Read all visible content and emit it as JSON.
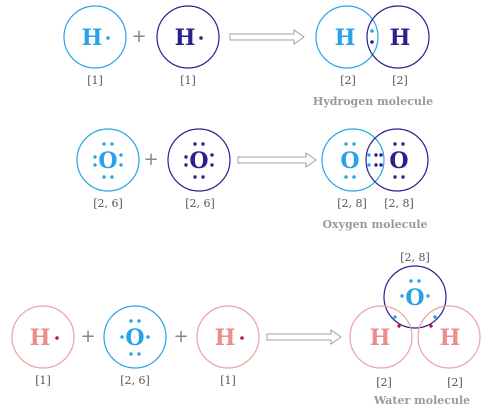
{
  "colors": {
    "light_blue": "#29a3e8",
    "dark_blue": "#2a1f8f",
    "pink": "#f0a0a0",
    "pink_text": "#ee8c8c",
    "red_dot": "#c0143c",
    "grey": "#999999"
  },
  "hydrogen": {
    "atom1": {
      "symbol": "H",
      "config": "[1]"
    },
    "plus": "+",
    "atom2": {
      "symbol": "H",
      "config": "[1]"
    },
    "product": {
      "left_symbol": "H",
      "right_symbol": "H",
      "left_config": "[2]",
      "right_config": "[2]"
    },
    "caption": "Hydrogen molecule"
  },
  "oxygen": {
    "atom1": {
      "symbol": "O",
      "config": "[2, 6]"
    },
    "plus": "+",
    "atom2": {
      "symbol": "O",
      "config": "[2, 6]"
    },
    "product": {
      "left_symbol": "O",
      "right_symbol": "O",
      "left_config": "[2, 8]",
      "right_config": "[2, 8]"
    },
    "caption": "Oxygen molecule"
  },
  "water": {
    "atom1": {
      "symbol": "H",
      "config": "[1]"
    },
    "plus1": "+",
    "atom2": {
      "symbol": "O",
      "config": "[2, 6]"
    },
    "plus2": "+",
    "atom3": {
      "symbol": "H",
      "config": "[1]"
    },
    "product": {
      "top_symbol": "O",
      "top_config": "[2, 8]",
      "left_symbol": "H",
      "right_symbol": "H",
      "left_config": "[2]",
      "right_config": "[2]"
    },
    "caption": "Water molecule"
  }
}
